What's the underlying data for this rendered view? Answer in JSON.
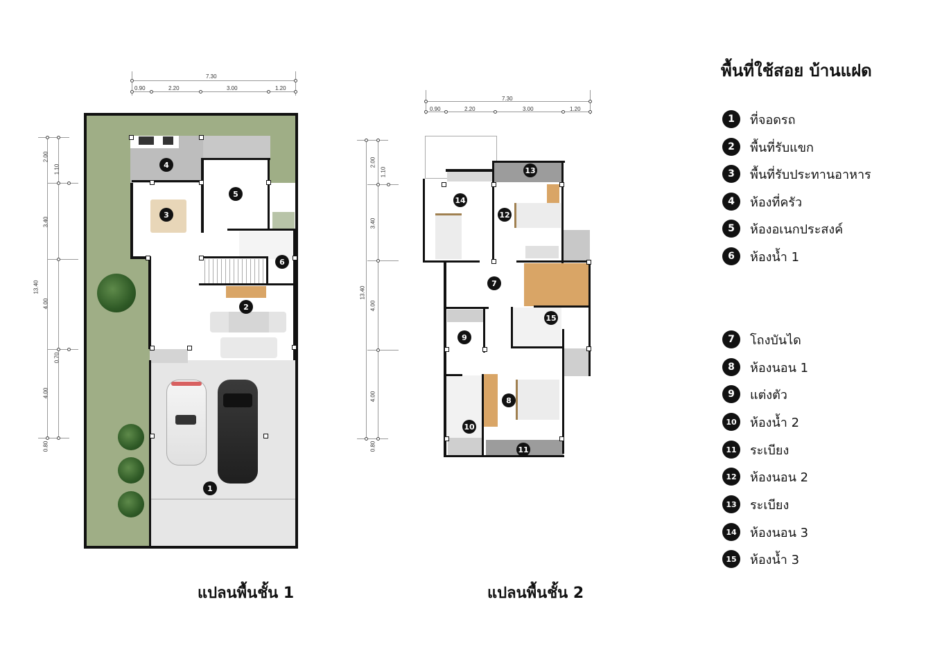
{
  "legend": {
    "title": "พื้นที่ใช้สอย บ้านแฝด",
    "items": [
      {
        "num": "1",
        "label": "ที่จอดรถ"
      },
      {
        "num": "2",
        "label": "พื้นที่รับแขก"
      },
      {
        "num": "3",
        "label": "พื้นที่รับประทานอาหาร"
      },
      {
        "num": "4",
        "label": "ห้องที่ครัว"
      },
      {
        "num": "5",
        "label": "ห้องอเนกประสงค์"
      },
      {
        "num": "6",
        "label": "ห้องน้ำ 1"
      },
      {
        "num": "7",
        "label": "โถงบันได"
      },
      {
        "num": "8",
        "label": "ห้องนอน 1"
      },
      {
        "num": "9",
        "label": "แต่งตัว"
      },
      {
        "num": "10",
        "label": "ห้องน้ำ 2"
      },
      {
        "num": "11",
        "label": "ระเบียง"
      },
      {
        "num": "12",
        "label": "ห้องนอน 2"
      },
      {
        "num": "13",
        "label": "ระเบียง"
      },
      {
        "num": "14",
        "label": "ห้องนอน 3"
      },
      {
        "num": "15",
        "label": "ห้องน้ำ 3"
      }
    ]
  },
  "floor1": {
    "title": "แปลนพื้นชั้น 1",
    "dims_top": {
      "total": "7.30",
      "segments": [
        "0.90",
        "2.20",
        "3.00",
        "1.20"
      ]
    },
    "dims_left": {
      "total": "13.40",
      "segments": [
        "2.00",
        "3.40",
        "4.00",
        "4.00",
        "0.80"
      ],
      "offsets": [
        "1.10",
        "0.70"
      ]
    },
    "rooms": [
      "1",
      "2",
      "3",
      "4",
      "5",
      "6"
    ]
  },
  "floor2": {
    "title": "แปลนพื้นชั้น 2",
    "dims_top": {
      "total": "7.30",
      "segments": [
        "0.90",
        "2.20",
        "3.00",
        "1.20"
      ]
    },
    "dims_left": {
      "total": "13.40",
      "segments": [
        "2.00",
        "3.40",
        "4.00",
        "4.00",
        "0.80"
      ],
      "offsets": [
        "1.10"
      ]
    },
    "rooms": [
      "7",
      "8",
      "9",
      "10",
      "11",
      "12",
      "13",
      "14",
      "15"
    ]
  },
  "colors": {
    "lawn": "#9fae86",
    "wall": "#111111",
    "wood": "#d9a566",
    "kitchen_floor": "#bdbdbd",
    "carport_floor": "#e6e6e6"
  }
}
